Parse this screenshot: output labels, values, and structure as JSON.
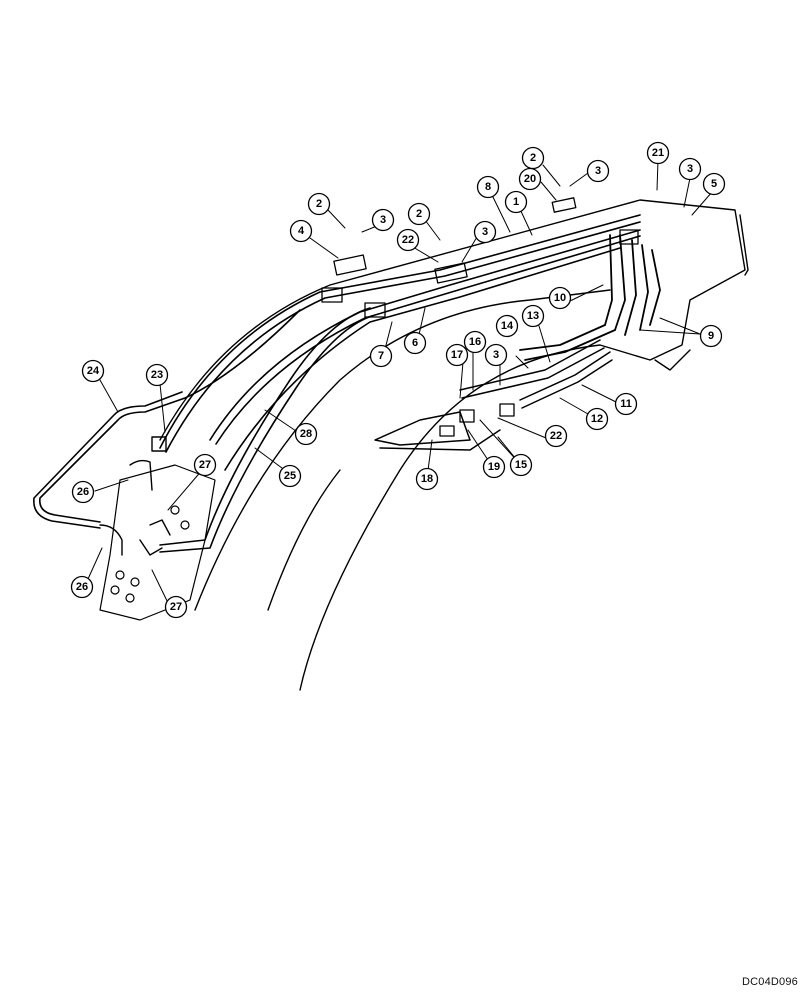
{
  "drawing_code": "DC04D096",
  "callouts": [
    {
      "id": "c2a",
      "label": "2"
    },
    {
      "id": "c3a",
      "label": "3"
    },
    {
      "id": "c20",
      "label": "20"
    },
    {
      "id": "c8",
      "label": "8"
    },
    {
      "id": "c1",
      "label": "1"
    },
    {
      "id": "c21",
      "label": "21"
    },
    {
      "id": "c3b",
      "label": "3"
    },
    {
      "id": "c5",
      "label": "5"
    },
    {
      "id": "c2b",
      "label": "2"
    },
    {
      "id": "c3c",
      "label": "3"
    },
    {
      "id": "c4",
      "label": "4"
    },
    {
      "id": "c2c",
      "label": "2"
    },
    {
      "id": "c22a",
      "label": "22"
    },
    {
      "id": "c3d",
      "label": "3"
    },
    {
      "id": "c10",
      "label": "10"
    },
    {
      "id": "c9",
      "label": "9"
    },
    {
      "id": "c7",
      "label": "7"
    },
    {
      "id": "c6",
      "label": "6"
    },
    {
      "id": "c14",
      "label": "14"
    },
    {
      "id": "c13",
      "label": "13"
    },
    {
      "id": "c16",
      "label": "16"
    },
    {
      "id": "c17",
      "label": "17"
    },
    {
      "id": "c3e",
      "label": "3"
    },
    {
      "id": "c11",
      "label": "11"
    },
    {
      "id": "c12",
      "label": "12"
    },
    {
      "id": "c22b",
      "label": "22"
    },
    {
      "id": "c24",
      "label": "24"
    },
    {
      "id": "c23",
      "label": "23"
    },
    {
      "id": "c28",
      "label": "28"
    },
    {
      "id": "c25",
      "label": "25"
    },
    {
      "id": "c27a",
      "label": "27"
    },
    {
      "id": "c26a",
      "label": "26"
    },
    {
      "id": "c26b",
      "label": "26"
    },
    {
      "id": "c27b",
      "label": "27"
    },
    {
      "id": "c15",
      "label": "15"
    },
    {
      "id": "c19",
      "label": "19"
    },
    {
      "id": "c18",
      "label": "18"
    }
  ]
}
